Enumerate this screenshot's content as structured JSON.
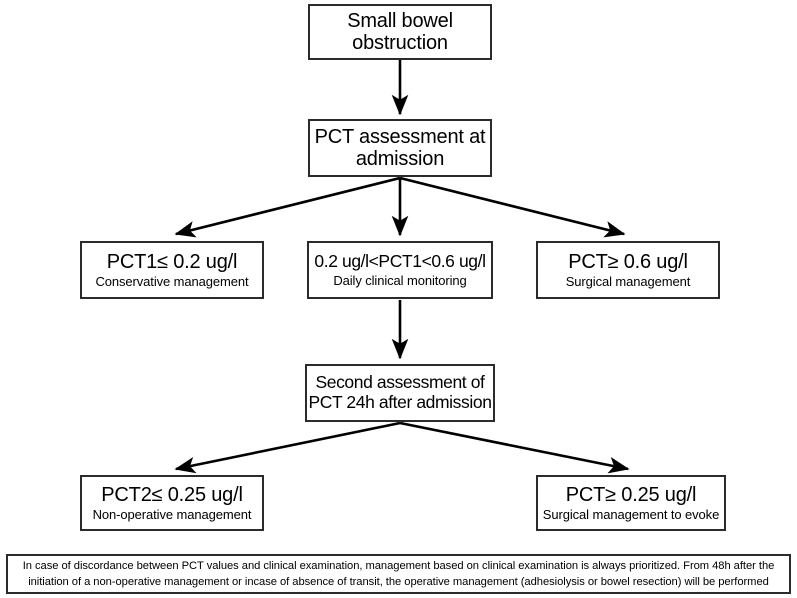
{
  "diagram": {
    "type": "flowchart",
    "orientation": "top-down",
    "nodes": {
      "sbo": {
        "title": "Small bowel obstruction"
      },
      "pct_assessment": {
        "title": "PCT assessment at admission"
      },
      "pct1_low": {
        "title": "PCT1≤ 0.2 ug/l",
        "subtitle": "Conservative management"
      },
      "pct1_mid": {
        "title": "0.2 ug/l<PCT1<0.6 ug/l",
        "subtitle": "Daily clinical monitoring"
      },
      "pct1_high": {
        "title": "PCT≥ 0.6 ug/l",
        "subtitle": "Surgical management"
      },
      "second_assessment": {
        "title": "Second assessment of PCT 24h after admission"
      },
      "pct2_low": {
        "title": "PCT2≤ 0.25 ug/l",
        "subtitle": "Non-operative management"
      },
      "pct2_high": {
        "title": "PCT≥ 0.25 ug/l",
        "subtitle": "Surgical management to evoke"
      }
    },
    "footnote": {
      "text": "In case of discordance between PCT values and clinical examination, management based on clinical examination is always prioritized. From 48h after the initiation of a non-operative management or incase of absence of transit, the operative management (adhesiolysis or bowel resection) will be performed"
    },
    "colors": {
      "stroke": "#2b2b2b",
      "arrow": "#000000",
      "background": "#ffffff",
      "text": "#000000"
    }
  }
}
